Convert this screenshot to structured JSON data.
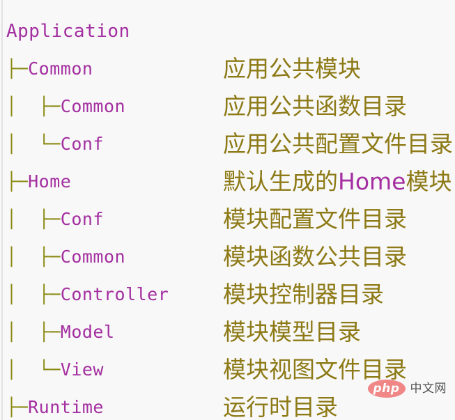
{
  "block": {
    "background_color": "#f8f8f8",
    "gutter_color": "#e3e3e3",
    "name_color": "#a32fa0",
    "branch_color": "#8a8a14",
    "description_color": "#8d7a16"
  },
  "tree": {
    "root_label": "Application",
    "rows": [
      {
        "prefix": "",
        "name": "Application",
        "desc_pre": "",
        "desc_accent": "",
        "desc_post": "",
        "is_root": true
      },
      {
        "prefix": "├─",
        "name": "Common",
        "desc_pre": "应用公共模块",
        "desc_accent": "",
        "desc_post": "",
        "is_root": false
      },
      {
        "prefix": "│  ├─",
        "name": "Common",
        "desc_pre": "应用公共函数目录",
        "desc_accent": "",
        "desc_post": "",
        "is_root": false
      },
      {
        "prefix": "│  └─",
        "name": "Conf",
        "desc_pre": "应用公共配置文件目录",
        "desc_accent": "",
        "desc_post": "",
        "is_root": false
      },
      {
        "prefix": "├─",
        "name": "Home",
        "desc_pre": "默认生成的",
        "desc_accent": "Home",
        "desc_post": "模块",
        "is_root": false
      },
      {
        "prefix": "│  ├─",
        "name": "Conf",
        "desc_pre": "模块配置文件目录",
        "desc_accent": "",
        "desc_post": "",
        "is_root": false
      },
      {
        "prefix": "│  ├─",
        "name": "Common",
        "desc_pre": "模块函数公共目录",
        "desc_accent": "",
        "desc_post": "",
        "is_root": false
      },
      {
        "prefix": "│  ├─",
        "name": "Controller",
        "desc_pre": "模块控制器目录",
        "desc_accent": "",
        "desc_post": "",
        "is_root": false
      },
      {
        "prefix": "│  ├─",
        "name": "Model",
        "desc_pre": "模块模型目录",
        "desc_accent": "",
        "desc_post": "",
        "is_root": false
      },
      {
        "prefix": "│  └─",
        "name": "View",
        "desc_pre": "模块视图文件目录",
        "desc_accent": "",
        "desc_post": "",
        "is_root": false
      },
      {
        "prefix": "├─",
        "name": "Runtime",
        "desc_pre": "运行时目录",
        "desc_accent": "",
        "desc_post": "",
        "is_root": false
      }
    ]
  },
  "watermark": {
    "badge_text": "php",
    "label": "中文网",
    "badge_color": "#f08080",
    "label_color": "#4a4a4a"
  }
}
